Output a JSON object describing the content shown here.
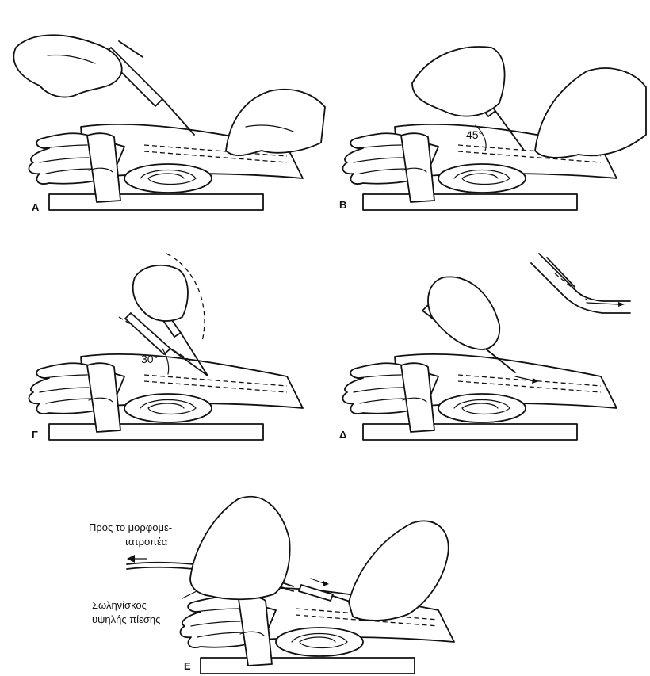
{
  "panels": [
    {
      "id": "A",
      "label": "Α"
    },
    {
      "id": "B",
      "label": "Β",
      "angle": "45°"
    },
    {
      "id": "C",
      "label": "Γ",
      "angle": "30°"
    },
    {
      "id": "D",
      "label": "Δ"
    },
    {
      "id": "E",
      "label": "Ε"
    }
  ],
  "captions": {
    "to_transducer_line1": "Προς το μορφομε-",
    "to_transducer_line2": "τατροπέα",
    "high_pressure_tube_line1": "Σωληνίσκος",
    "high_pressure_tube_line2": "υψηλής πίεσης"
  },
  "colors": {
    "ink": "#111111",
    "paper": "#ffffff"
  }
}
